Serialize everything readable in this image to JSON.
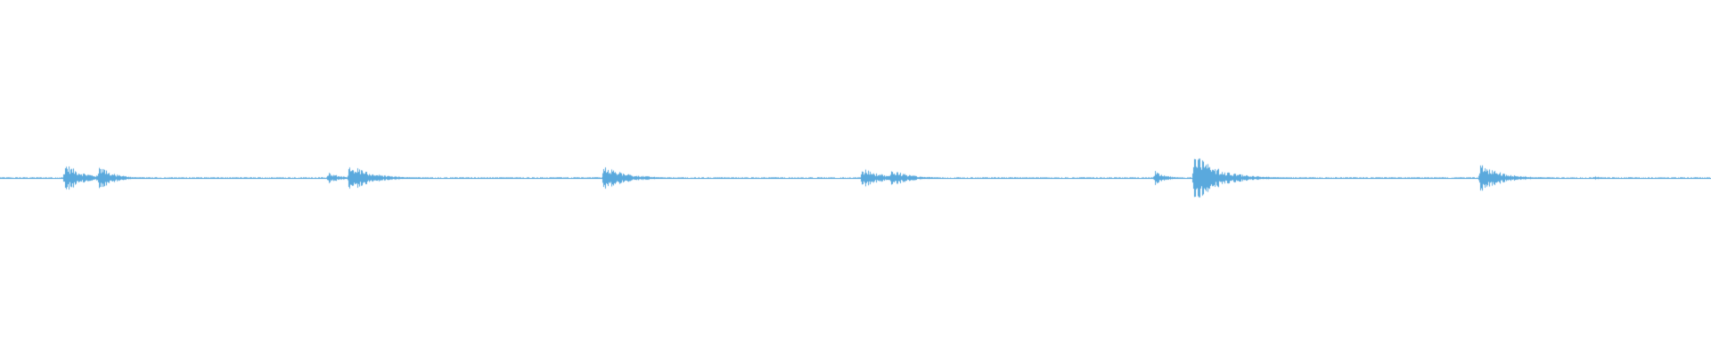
{
  "waveform": {
    "color": "#5aa9dd",
    "description_label": "",
    "bursts": [
      {
        "time": 0.038,
        "amplitude": 0.085,
        "decay": 0.01
      },
      {
        "time": 0.058,
        "amplitude": 0.07,
        "decay": 0.008
      },
      {
        "time": 0.192,
        "amplitude": 0.035,
        "decay": 0.006
      },
      {
        "time": 0.204,
        "amplitude": 0.085,
        "decay": 0.012
      },
      {
        "time": 0.353,
        "amplitude": 0.075,
        "decay": 0.012
      },
      {
        "time": 0.504,
        "amplitude": 0.055,
        "decay": 0.012
      },
      {
        "time": 0.521,
        "amplitude": 0.05,
        "decay": 0.01
      },
      {
        "time": 0.675,
        "amplitude": 0.04,
        "decay": 0.006
      },
      {
        "time": 0.698,
        "amplitude": 0.14,
        "decay": 0.014
      },
      {
        "time": 0.865,
        "amplitude": 0.085,
        "decay": 0.012
      },
      {
        "time": 0.932,
        "amplitude": 0.01,
        "decay": 0.004
      }
    ],
    "noise_floor": 0.004
  }
}
